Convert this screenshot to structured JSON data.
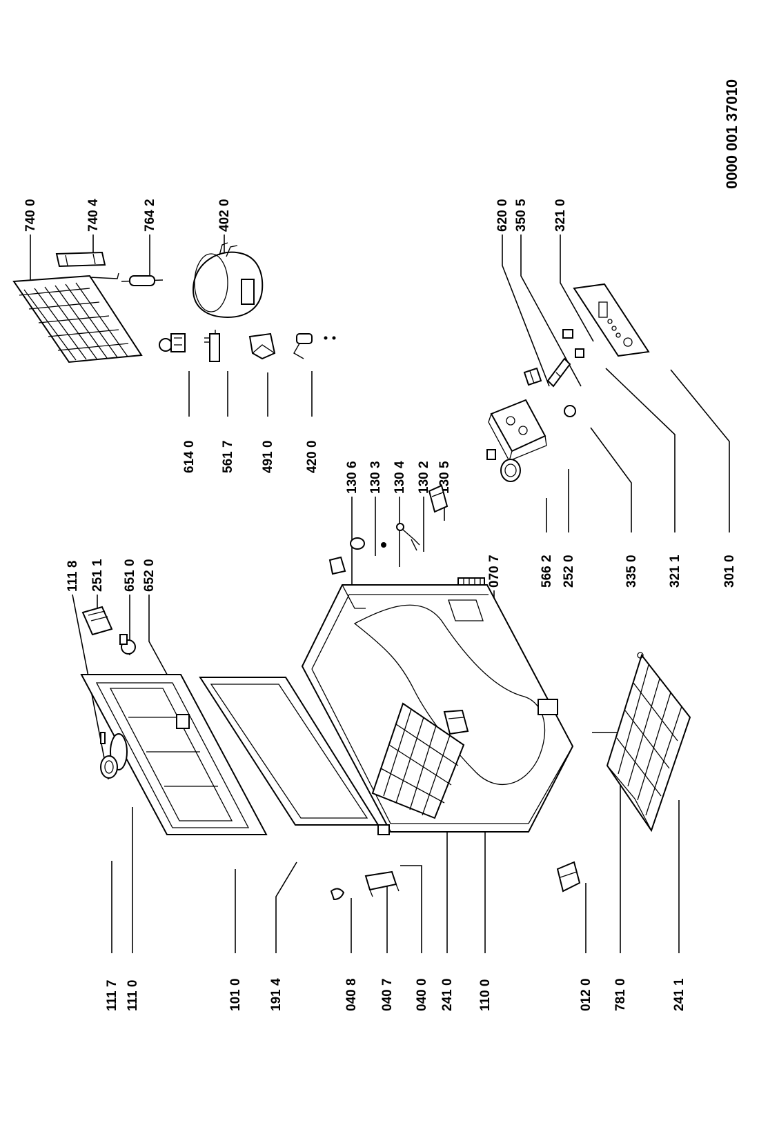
{
  "document_number": "0000 001 37010",
  "parts": {
    "p_740_0": "740 0",
    "p_740_4": "740 4",
    "p_764_2": "764 2",
    "p_402_0": "402 0",
    "p_614_0": "614 0",
    "p_561_7": "561 7",
    "p_491_0": "491 0",
    "p_420_0": "420 0",
    "p_620_0": "620 0",
    "p_350_5": "350 5",
    "p_321_0": "321 0",
    "p_130_6": "130 6",
    "p_130_3": "130 3",
    "p_130_4": "130 4",
    "p_130_2": "130 2",
    "p_130_5": "130 5",
    "p_111_8": "111 8",
    "p_251_1": "251 1",
    "p_651_0": "651 0",
    "p_652_0": "652 0",
    "p_070_7": "070 7",
    "p_566_2": "566 2",
    "p_252_0": "252 0",
    "p_335_0": "335 0",
    "p_321_1": "321 1",
    "p_301_0": "301 0",
    "p_111_7": "111 7",
    "p_111_0": "111 0",
    "p_101_0": "101 0",
    "p_191_4": "191 4",
    "p_040_8": "040 8",
    "p_040_7": "040 7",
    "p_040_0": "040 0",
    "p_241_0": "241 0",
    "p_110_0": "110 0",
    "p_012_0": "012 0",
    "p_781_0": "781 0",
    "p_241_1": "241 1"
  }
}
